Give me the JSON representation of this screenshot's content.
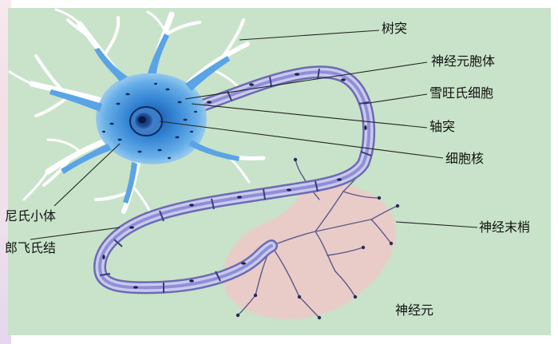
{
  "labels": {
    "dendrite": "树突",
    "cell_body": "神经元胞体",
    "schwann_cell": "雪旺氏细胞",
    "axon": "轴突",
    "nucleus": "细胞核",
    "nissl_body": "尼氏小体",
    "node_of_ranvier": "郎飞氏结",
    "nerve_ending": "神经末梢",
    "neuron": "神经元"
  },
  "colors": {
    "background": "#c8e3c9",
    "dendrite_fill": "#ffffff",
    "soma_blue": "#3f8fd8",
    "axon_purple": "#7f7fc4",
    "myelin_light": "#c9c9ef",
    "halo_pink": "#efc8c8",
    "leader_line": "#222222"
  }
}
